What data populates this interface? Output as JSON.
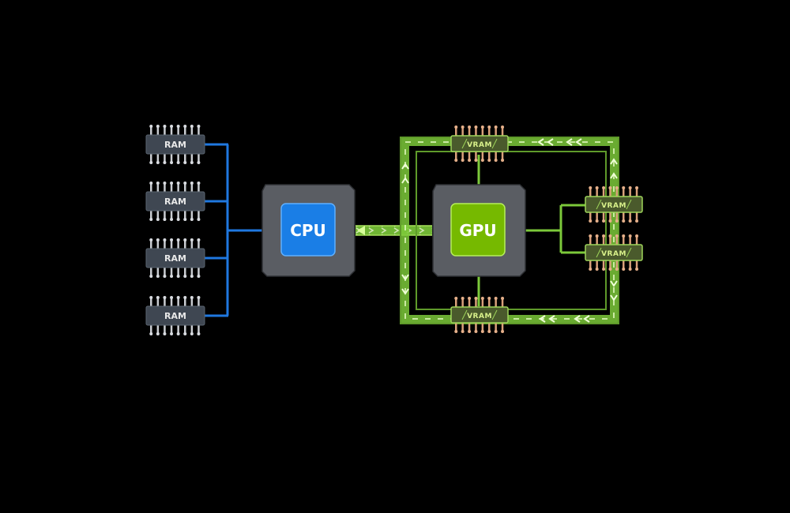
{
  "diagram": {
    "ram_modules": [
      {
        "label": "RAM"
      },
      {
        "label": "RAM"
      },
      {
        "label": "RAM"
      },
      {
        "label": "RAM"
      }
    ],
    "cpu": {
      "label": "CPU"
    },
    "gpu": {
      "label": "GPU"
    },
    "vram_modules": [
      {
        "label": "VRAM"
      },
      {
        "label": "VRAM"
      },
      {
        "label": "VRAM"
      },
      {
        "label": "VRAM"
      }
    ],
    "colors": {
      "background": "#000000",
      "cpu_accent": "#1a7ee6",
      "gpu_accent": "#76b900",
      "ram_bus": "#1f78e0",
      "vram_bus": "#8fd14f",
      "chip_body": "#5a5d63",
      "module_body": "#3f4752"
    }
  }
}
